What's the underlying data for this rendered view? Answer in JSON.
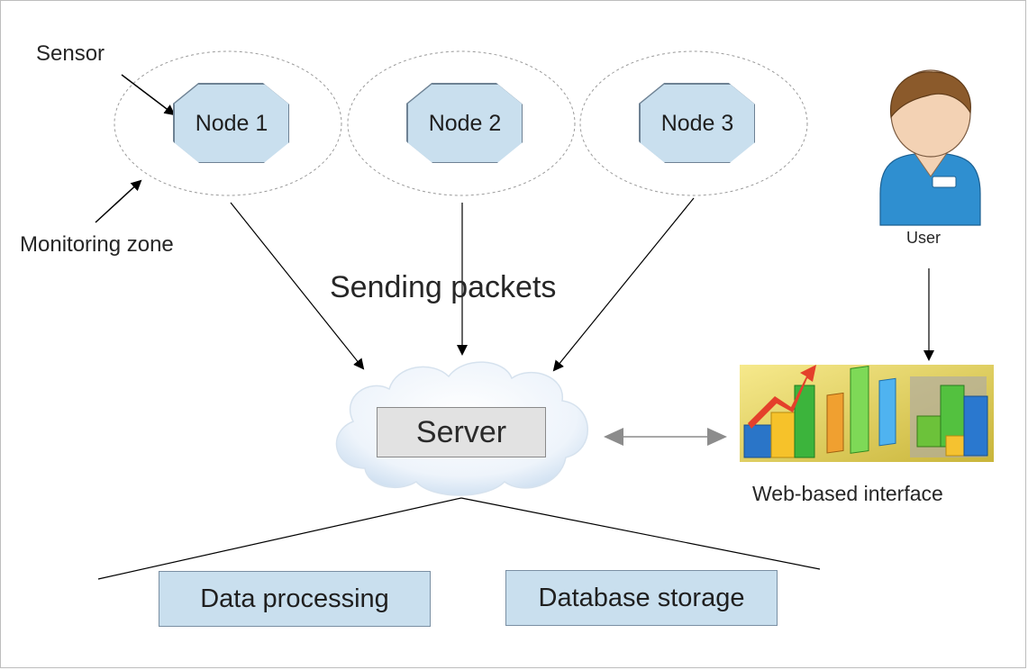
{
  "nodes": [
    {
      "label": "Node 1"
    },
    {
      "label": "Node 2"
    },
    {
      "label": "Node 3"
    }
  ],
  "labels": {
    "sensor": "Sensor",
    "monitoring_zone": "Monitoring zone",
    "sending_packets": "Sending packets",
    "server": "Server",
    "user": "User",
    "web_interface": "Web-based interface",
    "data_processing": "Data processing",
    "database_storage": "Database storage"
  },
  "colors": {
    "node_fill": "#c9dfee",
    "server_fill": "#e2e2e2",
    "arrow": "#000000",
    "bidirectional_arrow": "#8c8c8c"
  },
  "icons": {
    "user": "user-icon",
    "web_interface": "web-charts-icon",
    "server": "cloud-icon"
  }
}
